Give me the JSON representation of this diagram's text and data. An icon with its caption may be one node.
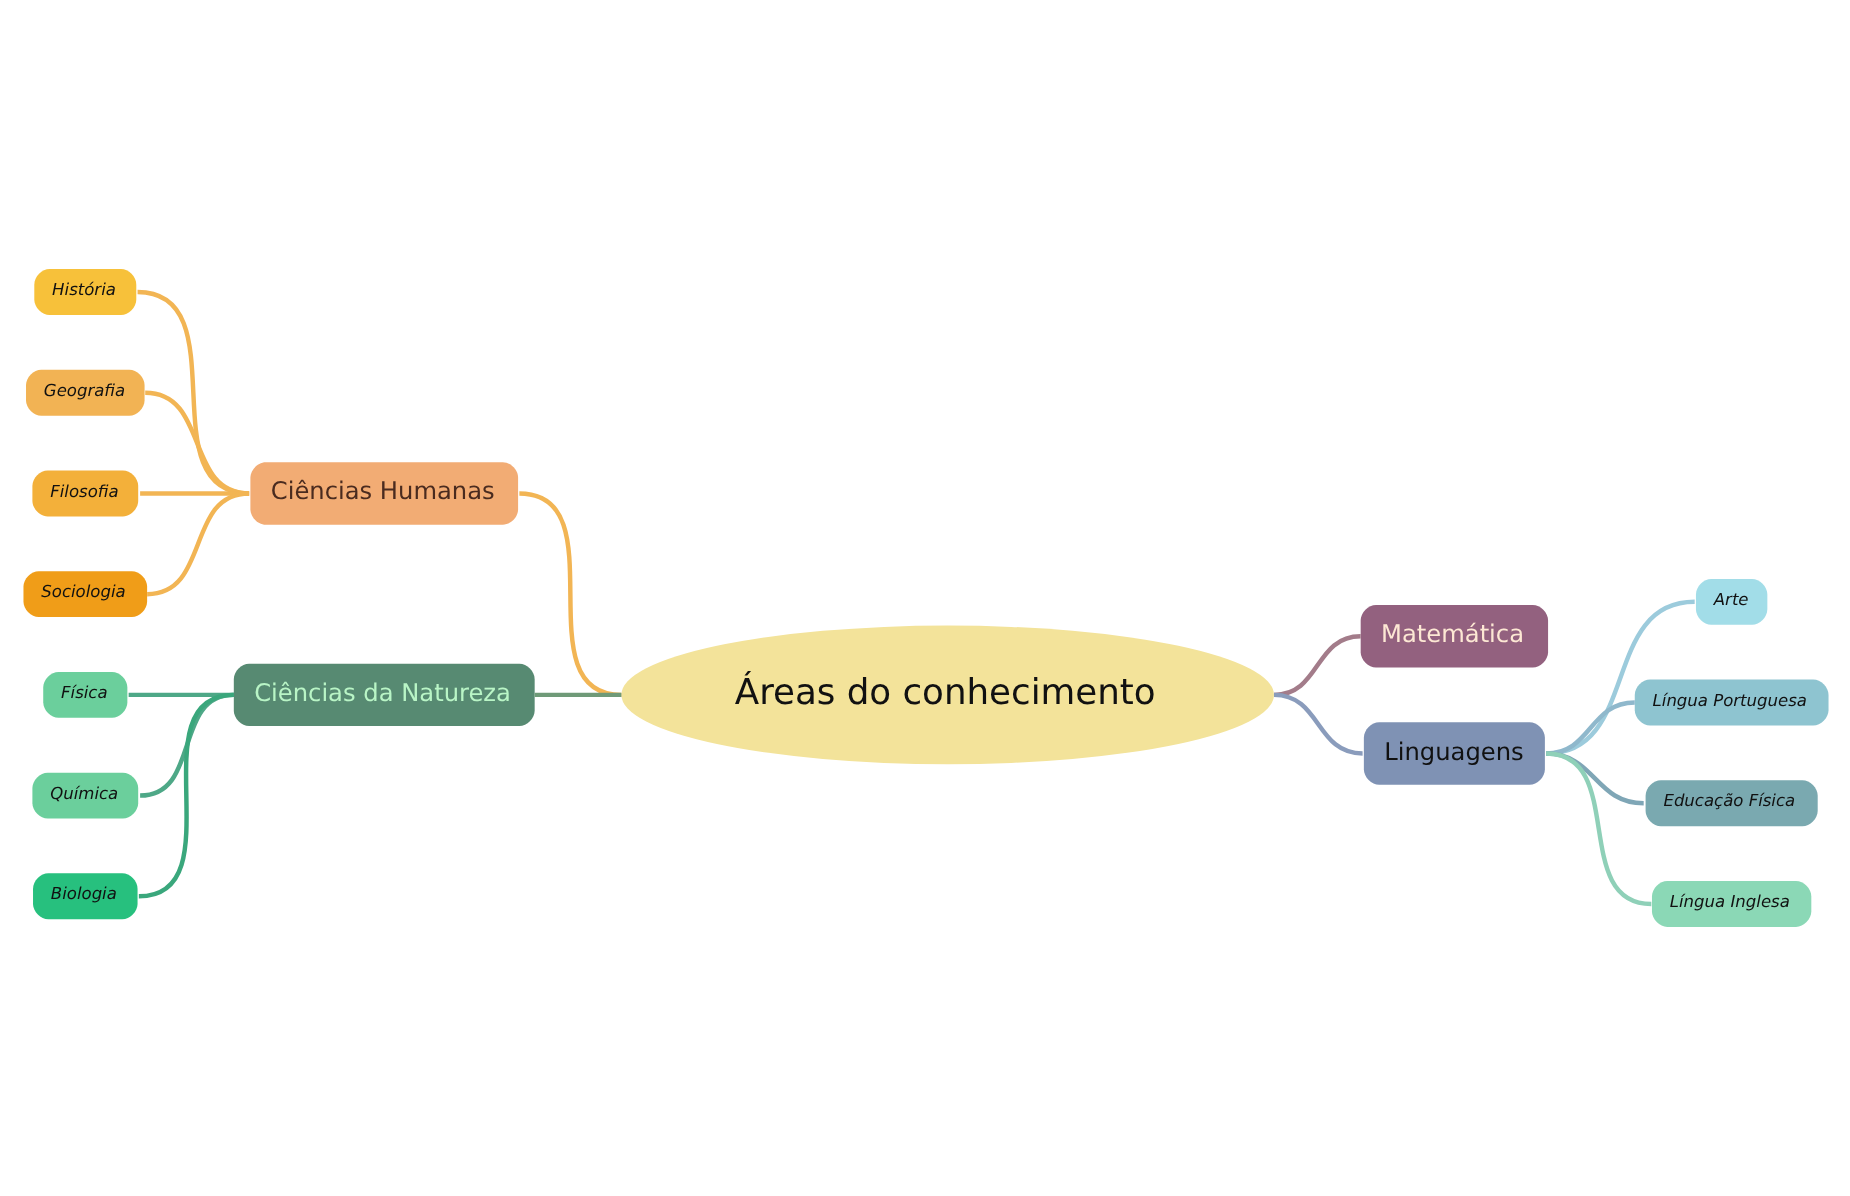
{
  "diagram": {
    "nodes": [
      {
        "text": [
          "Áreas do conhecimento"
        ]
      },
      {
        "text": [
          "Ciências Humanas"
        ]
      },
      {
        "text": [
          "História"
        ]
      },
      {
        "text": [
          "Geografia"
        ]
      },
      {
        "text": [
          "Filosofia"
        ]
      },
      {
        "text": [
          "Sociologia"
        ]
      },
      {
        "text": [
          "Matemática"
        ]
      },
      {
        "text": [
          "Ciências da Natureza"
        ]
      },
      {
        "text": [
          "Física"
        ]
      },
      {
        "text": [
          "Química"
        ]
      },
      {
        "text": [
          "Biologia"
        ]
      },
      {
        "text": [
          "Linguagens"
        ]
      },
      {
        "text": [
          "Arte"
        ]
      },
      {
        "text": [
          "Língua Portuguesa"
        ]
      },
      {
        "text": [
          "Educação Física"
        ]
      },
      {
        "text": [
          "Língua Inglesa"
        ]
      }
    ],
    "edges": [
      {
        "from": 0,
        "to": 1,
        "arrow": "none"
      },
      {
        "from": 1,
        "to": 2,
        "arrow": "none"
      },
      {
        "from": 1,
        "to": 3,
        "arrow": "none"
      },
      {
        "from": 1,
        "to": 4,
        "arrow": "none"
      },
      {
        "from": 1,
        "to": 5,
        "arrow": "none"
      },
      {
        "from": 0,
        "to": 6,
        "arrow": "none",
        "color": "#a37c8a"
      },
      {
        "from": 0,
        "to": 7,
        "arrow": "none",
        "color": "#6f9a78"
      },
      {
        "from": 7,
        "to": 8,
        "arrow": "none",
        "color": "#4ea887"
      },
      {
        "from": 7,
        "to": 9,
        "arrow": "none",
        "color": "#4ea887"
      },
      {
        "from": 7,
        "to": 10,
        "arrow": "none",
        "color": "#3aa77c"
      },
      {
        "from": 0,
        "to": 11,
        "arrow": "none",
        "color": "#8a9cbc"
      },
      {
        "from": 11,
        "to": 12,
        "arrow": "none",
        "color": "#9ccbdc"
      },
      {
        "from": 11,
        "to": 13,
        "arrow": "none",
        "color": "#8fb8cc"
      },
      {
        "from": 11,
        "to": 14,
        "arrow": "none",
        "color": "#7fa6b6"
      },
      {
        "from": 11,
        "to": 15,
        "arrow": "none",
        "color": "#8fd0b8"
      }
    ]
  }
}
